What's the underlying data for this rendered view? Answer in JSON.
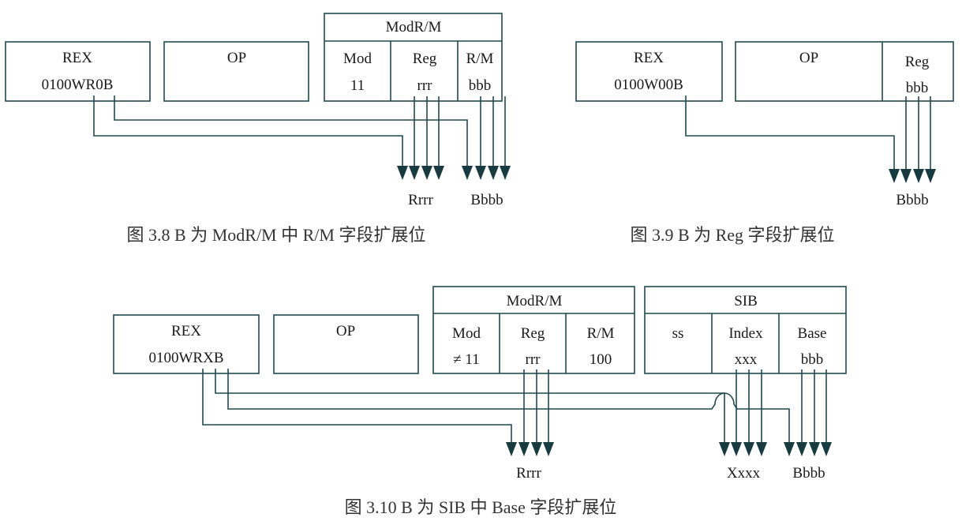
{
  "figures": [
    {
      "id": "fig-3-8",
      "caption": "图 3.8   B 为 ModR/M 中 R/M 字段扩展位",
      "rex": {
        "title": "REX",
        "bits": "0100WR0B"
      },
      "op": {
        "title": "OP"
      },
      "modrm": {
        "title": "ModR/M",
        "fields": [
          {
            "name": "Mod",
            "value": "11"
          },
          {
            "name": "Reg",
            "value": "rrr"
          },
          {
            "name": "R/M",
            "value": "bbb"
          }
        ]
      },
      "results": [
        "Rrrr",
        "Bbbb"
      ]
    },
    {
      "id": "fig-3-9",
      "caption": "图 3.9   B 为 Reg 字段扩展位",
      "rex": {
        "title": "REX",
        "bits": "0100W00B"
      },
      "op": {
        "title": "OP",
        "field": {
          "name": "Reg",
          "value": "bbb"
        }
      },
      "results": [
        "Bbbb"
      ]
    },
    {
      "id": "fig-3-10",
      "caption": "图 3.10   B 为 SIB 中 Base 字段扩展位",
      "rex": {
        "title": "REX",
        "bits": "0100WRXB"
      },
      "op": {
        "title": "OP"
      },
      "modrm": {
        "title": "ModR/M",
        "fields": [
          {
            "name": "Mod",
            "value": "≠ 11"
          },
          {
            "name": "Reg",
            "value": "rrr"
          },
          {
            "name": "R/M",
            "value": "100"
          }
        ]
      },
      "sib": {
        "title": "SIB",
        "fields": [
          {
            "name": "ss",
            "value": ""
          },
          {
            "name": "Index",
            "value": "xxx"
          },
          {
            "name": "Base",
            "value": "bbb"
          }
        ]
      },
      "results": [
        "Rrrr",
        "Xxxx",
        "Bbbb"
      ]
    }
  ],
  "colors": {
    "line": "#1f4a4d",
    "arrow": "#173b3f",
    "text": "#1a1a1a",
    "caption": "#333333"
  }
}
